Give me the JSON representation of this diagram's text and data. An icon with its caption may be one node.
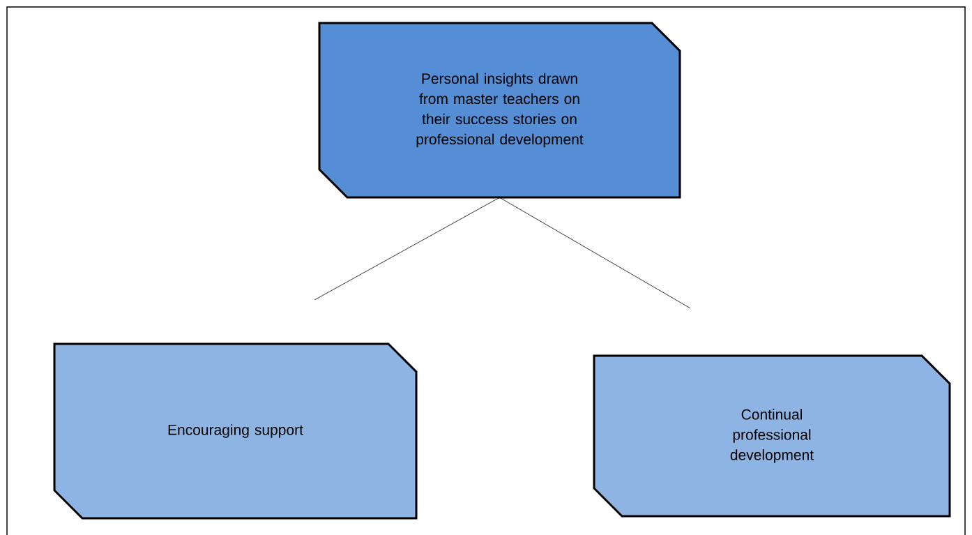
{
  "diagram": {
    "nodes": [
      {
        "text": [
          "Personal insights drawn from master teachers on their success stories on professional development"
        ]
      },
      {
        "text": [
          "Encouraging support"
        ]
      },
      {
        "text": [
          "Continual professional development"
        ]
      }
    ],
    "edges": [
      {
        "from": 0,
        "to": 1,
        "arrow": "none"
      },
      {
        "from": 0,
        "to": 2,
        "arrow": "none"
      }
    ]
  }
}
